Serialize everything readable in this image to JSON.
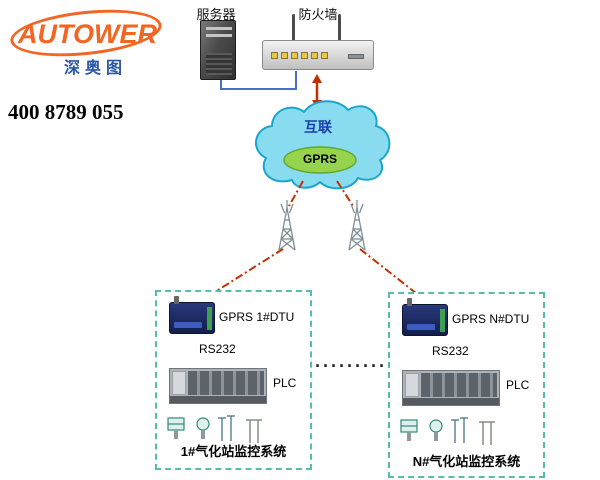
{
  "logo": {
    "brand": "AUTOWER",
    "subtitle": "深奥图",
    "phone": "400 8789 055"
  },
  "top": {
    "server_label": "服务器",
    "firewall_label": "防火墙"
  },
  "cloud": {
    "label": "互联",
    "gprs_label": "GPRS"
  },
  "separator": "·········",
  "stations": [
    {
      "dtu_label": "GPRS 1#DTU",
      "serial_label": "RS232",
      "plc_label": "PLC",
      "system_label": "1#气化站监控系统"
    },
    {
      "dtu_label": "GPRS N#DTU",
      "serial_label": "RS232",
      "plc_label": "PLC",
      "system_label": "N#气化站监控系统"
    }
  ],
  "icons": [
    "server-tower-icon",
    "firewall-router-icon",
    "internet-cloud-icon",
    "cell-tower-icon",
    "gprs-dtu-icon",
    "plc-rack-icon",
    "field-instrument-icons"
  ],
  "colors": {
    "brand_orange": "#f26522",
    "brand_blue": "#2b55a5",
    "arrow_red": "#c33000",
    "cloud_cyan": "#89dcf0",
    "gprs_green": "#97d44e",
    "station_dash_teal": "#56bdae",
    "dtu_navy": "#1b2a60"
  }
}
